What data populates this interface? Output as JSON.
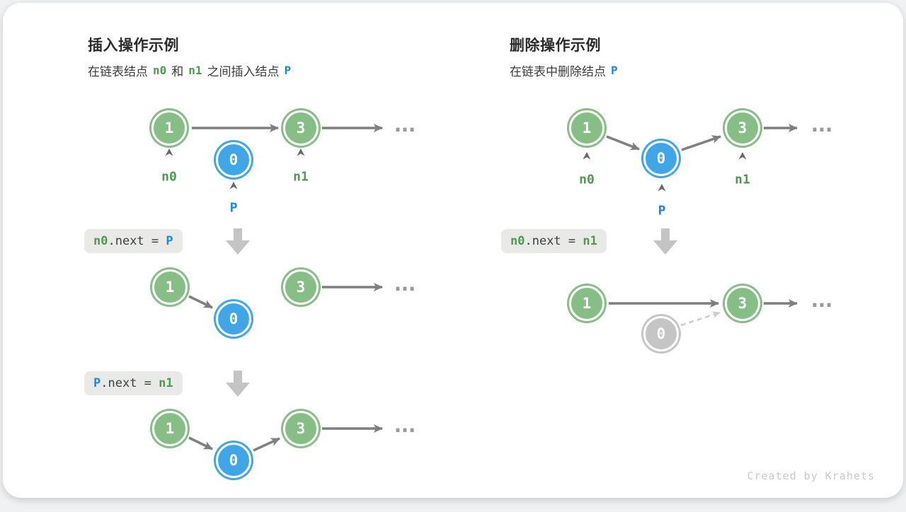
{
  "colors": {
    "page-bg": "#F0F1F3",
    "card-bg": "#FFFFFF",
    "title": "#2B2B2B",
    "subtitle": "#3C3C3C",
    "green-fill": "#86BE86",
    "green-text": "#4E9A4E",
    "blue-fill": "#40A6E8",
    "blue-text": "#1789E0",
    "gray-fill": "#C5C5C5",
    "arrow": "#7F7F7F",
    "dashed-arrow": "#CDCDCD",
    "caret": "#686868",
    "code-bg": "#E9E9E7",
    "code-text": "#3B4045",
    "block-arrow": "#C4C4C4",
    "dots": "#9A9A9A",
    "watermark": "#C9C9C9"
  },
  "left": {
    "title": "插入操作示例",
    "subtitle": {
      "t1": "在链表结点",
      "v1": "n0",
      "t2": "和",
      "v2": "n1",
      "t3": "之间插入结点",
      "v3": "P"
    },
    "node1": "1",
    "node0": "0",
    "node3": "3",
    "label_n0": "n0",
    "label_n1": "n1",
    "label_p": "P",
    "dots": "...",
    "code1": {
      "v1": "n0",
      "op": ".next = ",
      "v2": "P"
    },
    "code2": {
      "v1": "P",
      "op": ".next = ",
      "v2": "n1"
    }
  },
  "right": {
    "title": "删除操作示例",
    "subtitle": {
      "t1": "在链表中删除结点",
      "v1": "P"
    },
    "node1": "1",
    "node0": "0",
    "node3": "3",
    "label_n0": "n0",
    "label_n1": "n1",
    "label_p": "P",
    "dots": "...",
    "code1": {
      "v1": "n0",
      "op": ".next = ",
      "v2": "n1"
    }
  },
  "watermark": "Created by Krahets"
}
